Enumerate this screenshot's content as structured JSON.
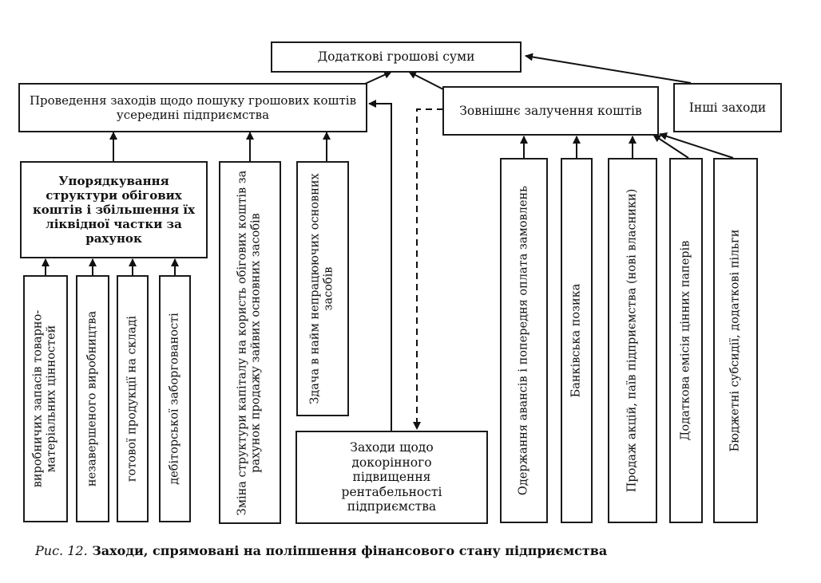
{
  "top": "Додаткові грошові суми",
  "internal": "Проведення заходів щодо пошуку грошових коштів усередині підприємства",
  "external": "Зовнішнє залучення коштів",
  "other": "Інші заходи",
  "structure": "Упорядкування структури обігових коштів і збільшення їх ліквідної частки за рахунок",
  "left_items": [
    "виробничих запасів товарно-матеріальних цінностей",
    "незавершеного виробництва",
    "готової продукції на складі",
    "дебіторської заборгованості"
  ],
  "capital_change": "Зміна структури капіталу на користь обігових коштів за рахунок продажу зайвих основних засобів",
  "rent_out": "Здача в найм непрацюючих основних засобів",
  "profitability": "Заходи щодо докорінного підвищення рентабельності підприємства",
  "external_items": [
    "Одержання авансів і попередня оплата замовлень",
    "Банківська позика",
    "Продаж акцій, паїв підприємства (нові власники)",
    "Додаткова емісія цінних паперів",
    "Бюджетні субсидії, додаткові пільги"
  ],
  "caption_prefix": "Рис. 12.",
  "caption_text": "Заходи, спрямовані на поліпшення фінансового стану підприємства"
}
